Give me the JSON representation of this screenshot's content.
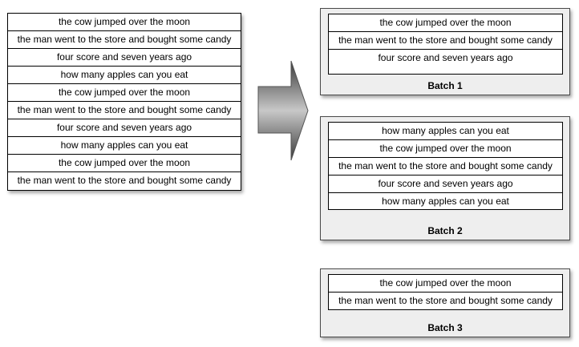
{
  "source_list": {
    "rows": [
      "the cow jumped over the moon",
      "the man went to the store and bought some candy",
      "four score and seven years ago",
      "how many apples can you eat",
      "the cow jumped over the moon",
      "the man went to the store and bought some candy",
      "four score and seven years ago",
      "how many apples can you eat",
      "the cow jumped over the moon",
      "the man went to the store and bought some candy"
    ]
  },
  "batches": [
    {
      "title": "Batch 1",
      "rows": [
        "the cow jumped over the moon",
        "the man went to the store and bought some candy",
        "four score and seven years ago"
      ]
    },
    {
      "title": "Batch 2",
      "rows": [
        "how many apples can you eat",
        "the cow jumped over the moon",
        "the man went to the store and bought some candy",
        "four score and seven years ago",
        "how many apples can you eat"
      ]
    },
    {
      "title": "Batch 3",
      "rows": [
        "the cow jumped over the moon",
        "the man went to the store and bought some candy"
      ]
    }
  ],
  "colors": {
    "arrow_dark": "#3a3a3a",
    "arrow_light": "#c8c8c8",
    "batch_background": "#eeeeee"
  }
}
